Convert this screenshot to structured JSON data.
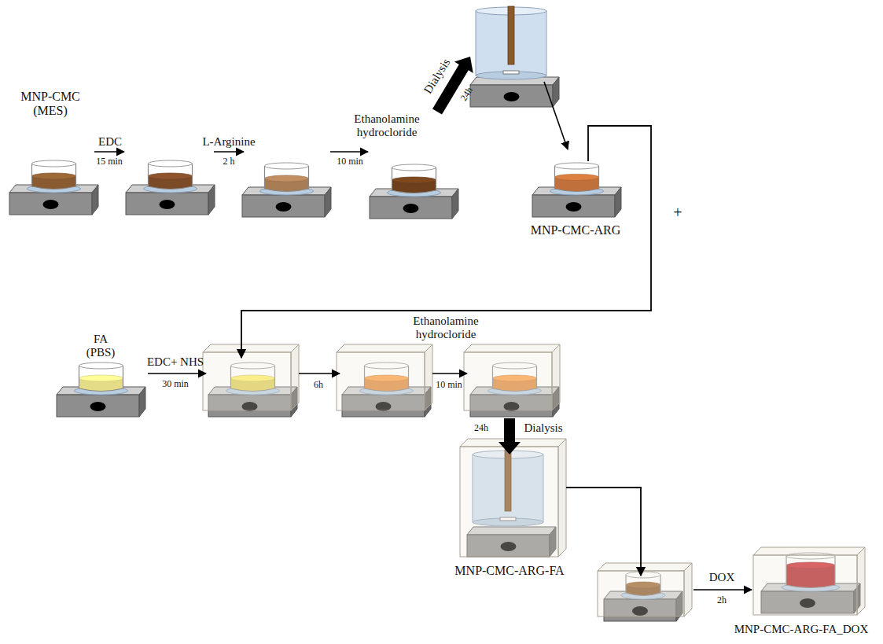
{
  "diagram": {
    "nodes": [
      {
        "text": [
          "MNP-CMC (MES)"
        ]
      },
      {
        "text": [
          "MNP-CMC-ARG"
        ]
      },
      {
        "text": [
          "FA (PBS)"
        ]
      },
      {
        "text": [
          "MNP-CMC-ARG-FA"
        ]
      },
      {
        "text": [
          "MNP-CMC-ARG-FA_DOX"
        ]
      }
    ],
    "labels": [
      "EDC",
      "15 min",
      "L-Arginine",
      "2 h",
      "Ethanolamine hydrocloride",
      "10 min",
      "Dialysis",
      "24h",
      "+",
      "EDC+ NHS",
      "30 min",
      "6h",
      "Ethanolamine hydrocloride",
      "10 min",
      "24h",
      "Dialysis",
      "DOX",
      "2h"
    ]
  }
}
